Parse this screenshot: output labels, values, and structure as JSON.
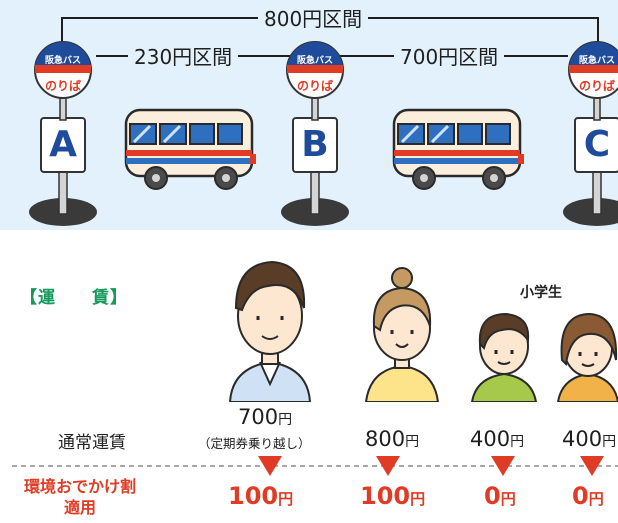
{
  "route": {
    "span_all": "800円区間",
    "span_ab": "230円区間",
    "span_bc": "700円区間"
  },
  "stops": {
    "company": "阪急バス",
    "sign_text": "のりば",
    "a": "A",
    "b": "B",
    "c": "C"
  },
  "fares": {
    "section_title": "【運　　賃】",
    "child_label": "小学生",
    "regular_label": "通常運賃",
    "commuter_value": "700",
    "commuter_note": "（定期券乗り越し）",
    "adult_value": "800",
    "child_value": "400",
    "child2_value": "400",
    "unit": "円",
    "discount_label_line1": "環境おでかけ割",
    "discount_label_line2": "適用",
    "discount_commuter": "100",
    "discount_adult": "100",
    "discount_child": "0",
    "discount_child2": "0"
  },
  "colors": {
    "sky": "#e3f1fc",
    "accent_red": "#e03b24",
    "title_green": "#159a5b",
    "sign_blue": "#1f4c9a"
  }
}
